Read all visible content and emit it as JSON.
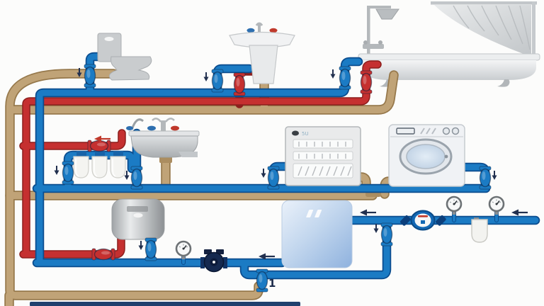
{
  "diagram": {
    "title": "residential-water-supply-plumbing-diagram",
    "colors": {
      "cold_water": "#1b7bc4",
      "hot_water": "#c53030",
      "drain": "#c0a377",
      "fitting_dark": "#0b4c8e",
      "hot_dark": "#8c1f1d",
      "drain_dark": "#96784b",
      "background": "#fcfcfb",
      "footer_bar": "#20406e"
    },
    "labels": {
      "dishwasher_logo": "5U",
      "drain_valve_tag": "1"
    },
    "components": [
      "toilet",
      "pedestal-sink",
      "bathtub",
      "shower",
      "shower-curtain",
      "kitchen-sink",
      "water-filter-cartridges",
      "dishwasher",
      "washing-machine",
      "water-heater",
      "storage-tank",
      "circulation-pump",
      "water-meter",
      "pressure-gauge",
      "inlet-filter",
      "shut-off-valves",
      "cold-water-pipes",
      "hot-water-pipes",
      "drain-pipes"
    ]
  }
}
